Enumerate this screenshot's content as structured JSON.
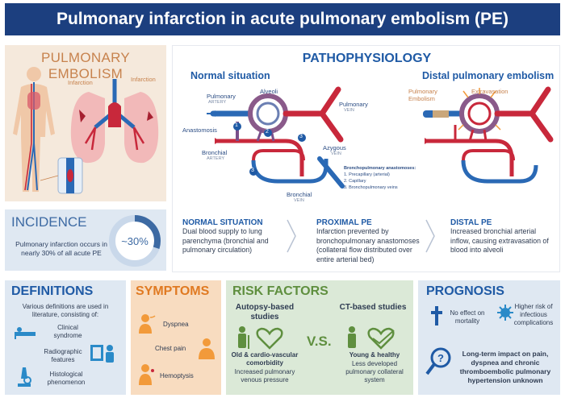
{
  "header": {
    "title": "Pulmonary infarction in acute pulmonary embolism (PE)"
  },
  "pe_panel": {
    "title": "PULMONARY EMBOLISM",
    "label_infarction_1": "Infarction",
    "label_infarction_2": "Infarction"
  },
  "incidence": {
    "title": "INCIDENCE",
    "text": "Pulmonary infarction occurs in nearly 30% of all acute PE",
    "percent_label": "~30%",
    "fraction": 0.3
  },
  "patho": {
    "title": "PATHOPHYSIOLOGY",
    "normal": {
      "title": "Normal situation",
      "labels": {
        "alveoli": "Alveoli",
        "pulmonary": "Pulmonary",
        "artery": "ARTERY",
        "pulmonary_vein": "Pulmonary",
        "vein": "VEIN",
        "anastomosis": "Anastomosis",
        "bronchial": "Bronchial",
        "bronchial_artery": "ARTERY",
        "azygous": "Azygous",
        "azygous_vein": "VEIN",
        "bronchial_vein": "Bronchial",
        "bronchial_vein_sub": "VEIN"
      },
      "anastomoses_title": "Bronchopulmonary anastomoses:",
      "anastomoses": [
        "1. Precapillary (arterial)",
        "2. Capillary",
        "3. Bronchopulmonary veins"
      ],
      "markers": [
        "1",
        "2",
        "3",
        "3"
      ]
    },
    "distal": {
      "title": "Distal pulmonary embolism",
      "label_embolism": "Pulmonary Embolism",
      "label_extravasation": "Extravasation"
    },
    "columns": [
      {
        "head": "NORMAL SITUATION",
        "text": "Dual blood supply to lung parenchyma (bronchial and pulmonary circulation)"
      },
      {
        "head": "PROXIMAL PE",
        "text": "Infarction prevented by bronchopulmonary anastomoses (collateral flow distributed over entire arterial bed)"
      },
      {
        "head": "DISTAL PE",
        "text": "Increased bronchial arterial inflow, causing extravasation of blood into alveoli"
      }
    ]
  },
  "definitions": {
    "title": "DEFINITIONS",
    "intro": "Various definitions are used in literature, consisting of:",
    "items": [
      "Clinical syndrome",
      "Radiographic features",
      "Histological phenomenon"
    ]
  },
  "symptoms": {
    "title": "SYMPTOMS",
    "items": [
      "Dyspnea",
      "Chest pain",
      "Hemoptysis"
    ]
  },
  "risk": {
    "title": "RISK FACTORS",
    "left_head": "Autopsy-based studies",
    "left_text_bold": "Old & cardio-vascular comorbidity",
    "left_text": "Increased pulmonary venous pressure",
    "vs": "V.S.",
    "right_head": "CT-based studies",
    "right_text_bold": "Young & healthy",
    "right_text": "Less developed pulmonary collateral system"
  },
  "prognosis": {
    "title": "PROGNOSIS",
    "item1": "No effect on mortality",
    "item2": "Higher risk of infectious complications",
    "item3": "Long-term impact on pain, dyspnea and chronic thromboembolic pulmonary hypertension unknown"
  },
  "colors": {
    "navy": "#1c3f7f",
    "blue": "#1f5aa5",
    "red": "#c8283b",
    "orange": "#f29a3a",
    "green": "#5f8f3f"
  }
}
